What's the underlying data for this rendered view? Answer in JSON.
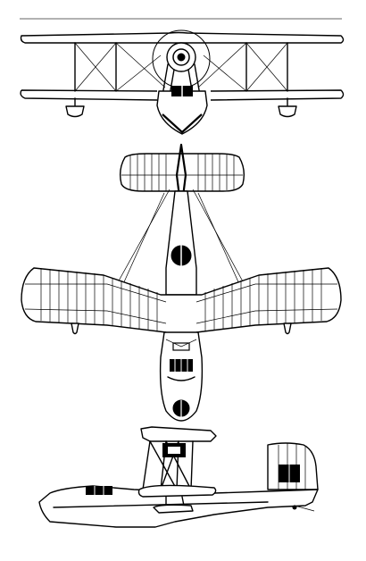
{
  "figure": {
    "views": [
      {
        "id": "front",
        "kind": "front view"
      },
      {
        "id": "plan",
        "kind": "plan view"
      },
      {
        "id": "side",
        "kind": "side view"
      }
    ],
    "colors": {
      "ink": "#000000",
      "paper": "#ffffff"
    }
  }
}
